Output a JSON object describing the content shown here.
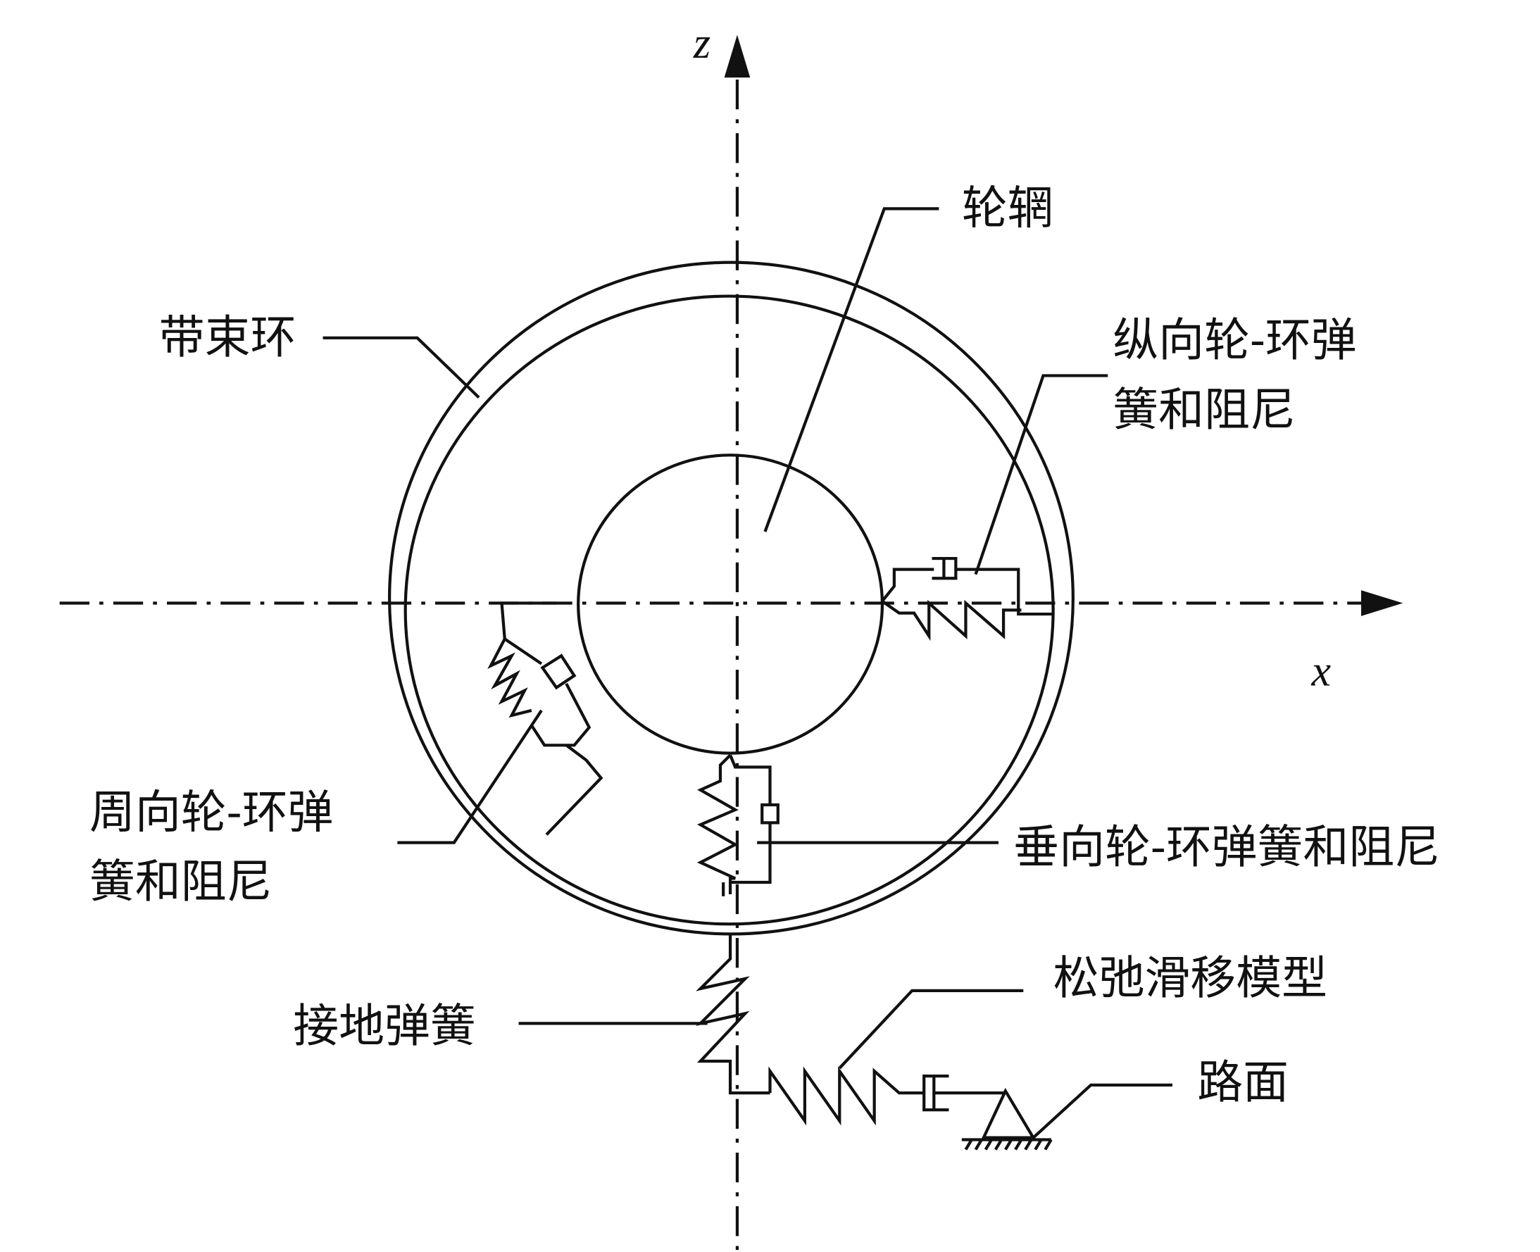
{
  "axes": {
    "z_label": "z",
    "x_label": "x"
  },
  "labels": {
    "rim": "轮辋",
    "belt_ring": "带束环",
    "longitudinal_line1": "纵向轮-环弹",
    "longitudinal_line2": "簧和阻尼",
    "circumferential_line1": "周向轮-环弹",
    "circumferential_line2": "簧和阻尼",
    "vertical": "垂向轮-环弹簧和阻尼",
    "relaxation_slip": "松弛滑移模型",
    "ground_spring": "接地弹簧",
    "road": "路面"
  }
}
